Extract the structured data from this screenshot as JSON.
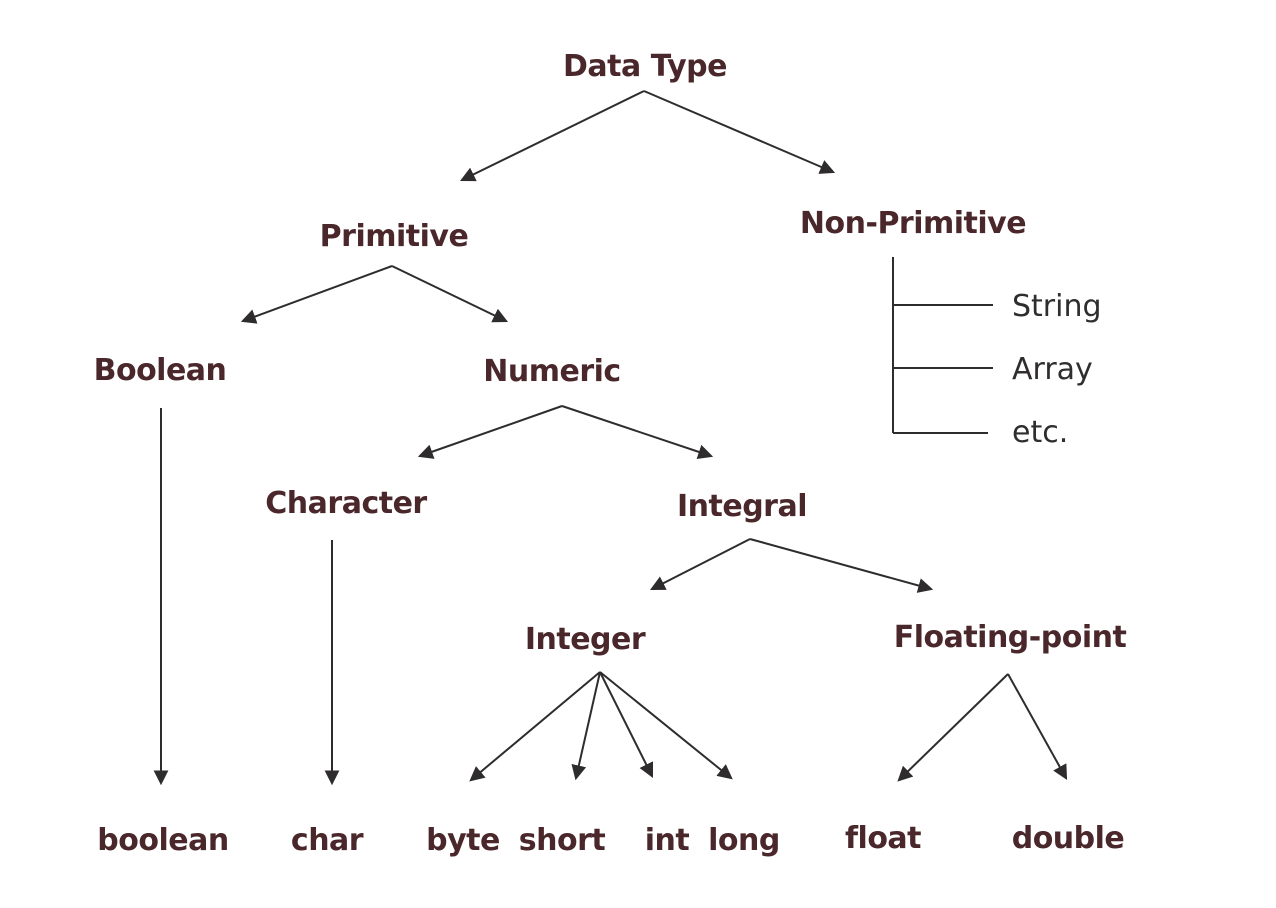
{
  "colors": {
    "background": "#ffffff",
    "node_label": "#4a272b",
    "line": "#2e2c2c",
    "non_primitive_list_text": "#2f2d2d"
  },
  "tree": {
    "label": "Data Type",
    "children": [
      {
        "label": "Primitive",
        "children": [
          {
            "label": "Boolean",
            "children": [
              {
                "label": "boolean"
              }
            ]
          },
          {
            "label": "Numeric",
            "children": [
              {
                "label": "Character",
                "children": [
                  {
                    "label": "char"
                  }
                ]
              },
              {
                "label": "Integral",
                "children": [
                  {
                    "label": "Integer",
                    "children": [
                      {
                        "label": "byte"
                      },
                      {
                        "label": "short"
                      },
                      {
                        "label": "int"
                      },
                      {
                        "label": "long"
                      }
                    ]
                  },
                  {
                    "label": "Floating-point",
                    "children": [
                      {
                        "label": "float"
                      },
                      {
                        "label": "double"
                      }
                    ]
                  }
                ]
              }
            ]
          }
        ]
      },
      {
        "label": "Non-Primitive",
        "children": [
          {
            "label": "String"
          },
          {
            "label": "Array"
          },
          {
            "label": "etc."
          }
        ]
      }
    ]
  }
}
